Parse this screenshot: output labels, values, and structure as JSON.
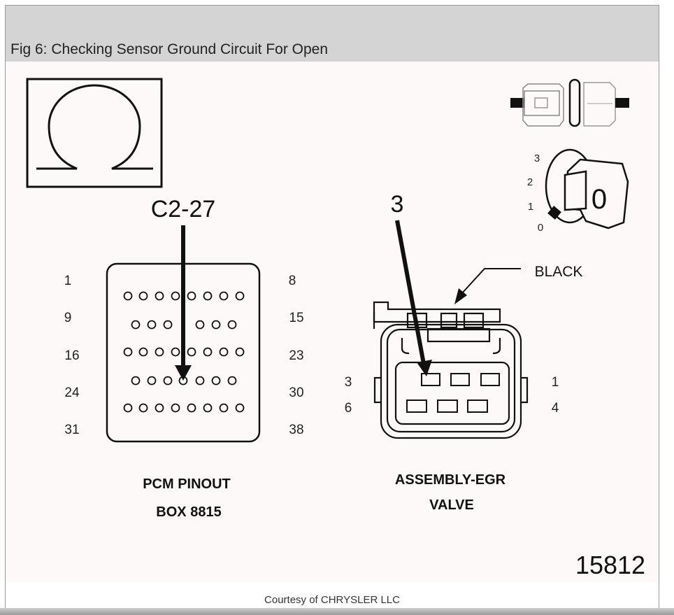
{
  "figure": {
    "title": "Fig 6: Checking Sensor Ground Circuit For Open",
    "courtesy": "Courtesy of CHRYSLER LLC",
    "figure_number": "15812",
    "ohm_symbol": "Ω"
  },
  "ignition_key": {
    "positions": [
      "3",
      "2",
      "1",
      "0"
    ],
    "key_label": "0"
  },
  "pcm": {
    "callout": "C2-27",
    "name_line1": "PCM PINOUT",
    "name_line2": "BOX 8815",
    "left_labels": [
      "1",
      "9",
      "16",
      "24",
      "31"
    ],
    "right_labels": [
      "8",
      "15",
      "23",
      "30",
      "38"
    ]
  },
  "egr": {
    "callout": "3",
    "wire_label": "BLACK",
    "name_line1": "ASSEMBLY-EGR",
    "name_line2": "VALVE",
    "left_labels": [
      "3",
      "6"
    ],
    "right_labels": [
      "1",
      "4"
    ]
  }
}
